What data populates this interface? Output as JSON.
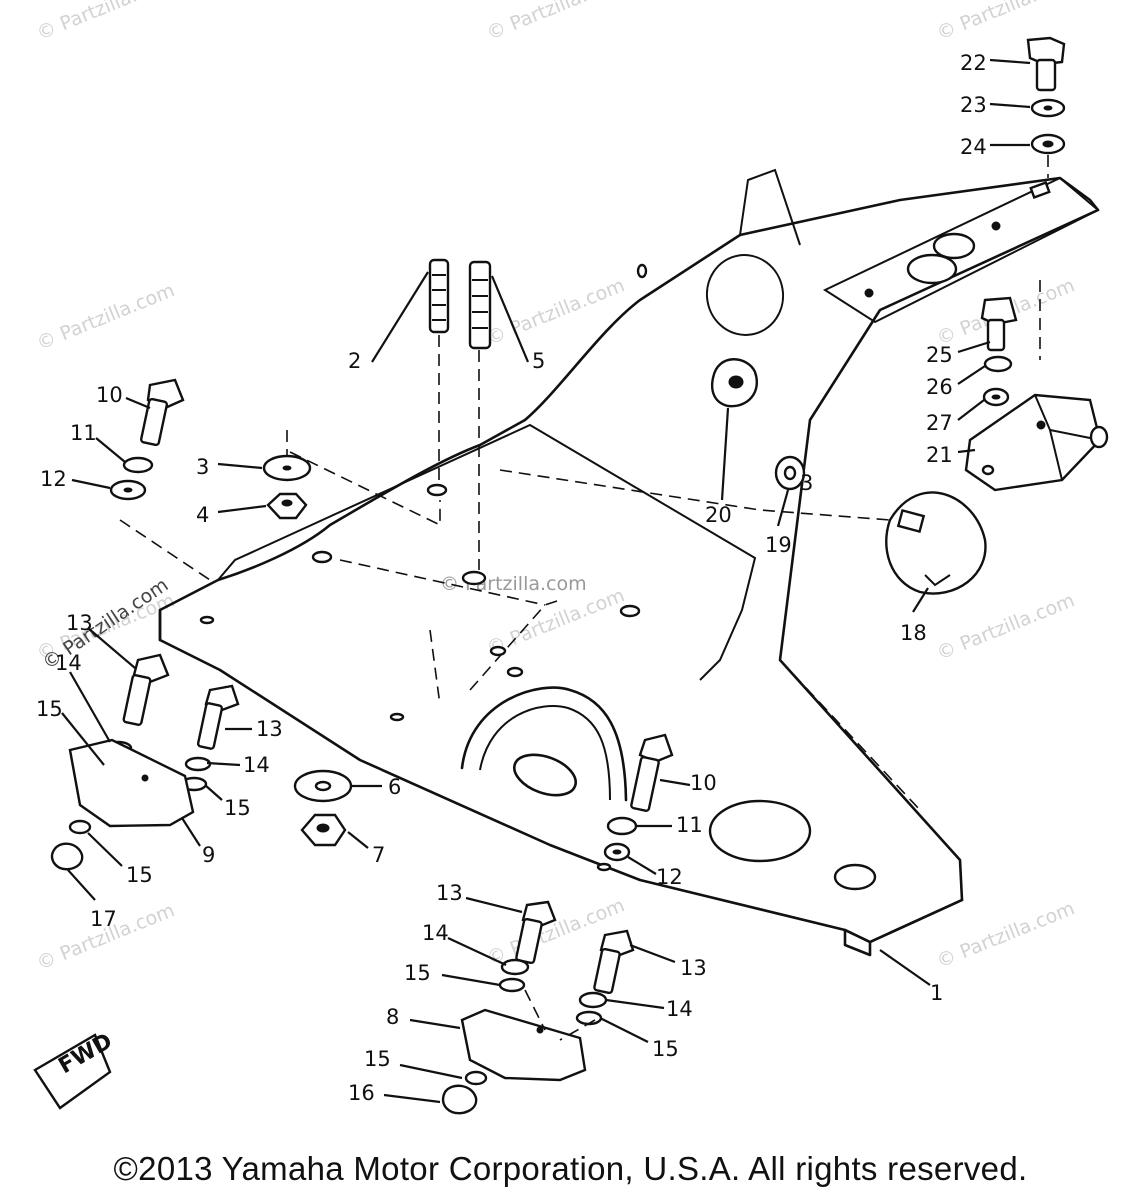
{
  "watermarks": [
    "© Partzilla.com",
    "© Partzilla.com",
    "© Partzilla.com",
    "© Partzilla.com",
    "© Partzilla.com",
    "© Partzilla.com",
    "© Partzilla.com",
    "© Partzilla.com",
    "© Partzilla.com",
    "© Partzilla.com",
    "© Partzilla.com",
    "© Partzilla.com",
    "© Partzilla.com",
    "© Partzilla.com"
  ],
  "callouts": [
    {
      "id": "c22",
      "num": "22"
    },
    {
      "id": "c23",
      "num": "23"
    },
    {
      "id": "c24",
      "num": "24"
    },
    {
      "id": "c2",
      "num": "2"
    },
    {
      "id": "c5",
      "num": "5"
    },
    {
      "id": "c25",
      "num": "25"
    },
    {
      "id": "c26",
      "num": "26"
    },
    {
      "id": "c27",
      "num": "27"
    },
    {
      "id": "c21",
      "num": "21"
    },
    {
      "id": "c10a",
      "num": "10"
    },
    {
      "id": "c11a",
      "num": "11"
    },
    {
      "id": "c12a",
      "num": "12"
    },
    {
      "id": "c3a",
      "num": "3"
    },
    {
      "id": "c4",
      "num": "4"
    },
    {
      "id": "c20",
      "num": "20"
    },
    {
      "id": "c19",
      "num": "19"
    },
    {
      "id": "c3b",
      "num": "3"
    },
    {
      "id": "c18",
      "num": "18"
    },
    {
      "id": "c13a",
      "num": "13"
    },
    {
      "id": "c14a",
      "num": "14"
    },
    {
      "id": "c15a",
      "num": "15"
    },
    {
      "id": "c13b",
      "num": "13"
    },
    {
      "id": "c14b",
      "num": "14"
    },
    {
      "id": "c15b",
      "num": "15"
    },
    {
      "id": "c9",
      "num": "9"
    },
    {
      "id": "c15c",
      "num": "15"
    },
    {
      "id": "c17",
      "num": "17"
    },
    {
      "id": "c6",
      "num": "6"
    },
    {
      "id": "c7",
      "num": "7"
    },
    {
      "id": "c10b",
      "num": "10"
    },
    {
      "id": "c11b",
      "num": "11"
    },
    {
      "id": "c12b",
      "num": "12"
    },
    {
      "id": "c13c",
      "num": "13"
    },
    {
      "id": "c14c",
      "num": "14"
    },
    {
      "id": "c15d",
      "num": "15"
    },
    {
      "id": "c13d",
      "num": "13"
    },
    {
      "id": "c14d",
      "num": "14"
    },
    {
      "id": "c15e",
      "num": "15"
    },
    {
      "id": "c8",
      "num": "8"
    },
    {
      "id": "c15f",
      "num": "15"
    },
    {
      "id": "c16",
      "num": "16"
    },
    {
      "id": "c1",
      "num": "1"
    }
  ],
  "fwd_badge": "FWD",
  "copyright": "©2013 Yamaha Motor Corporation, U.S.A. All rights reserved."
}
